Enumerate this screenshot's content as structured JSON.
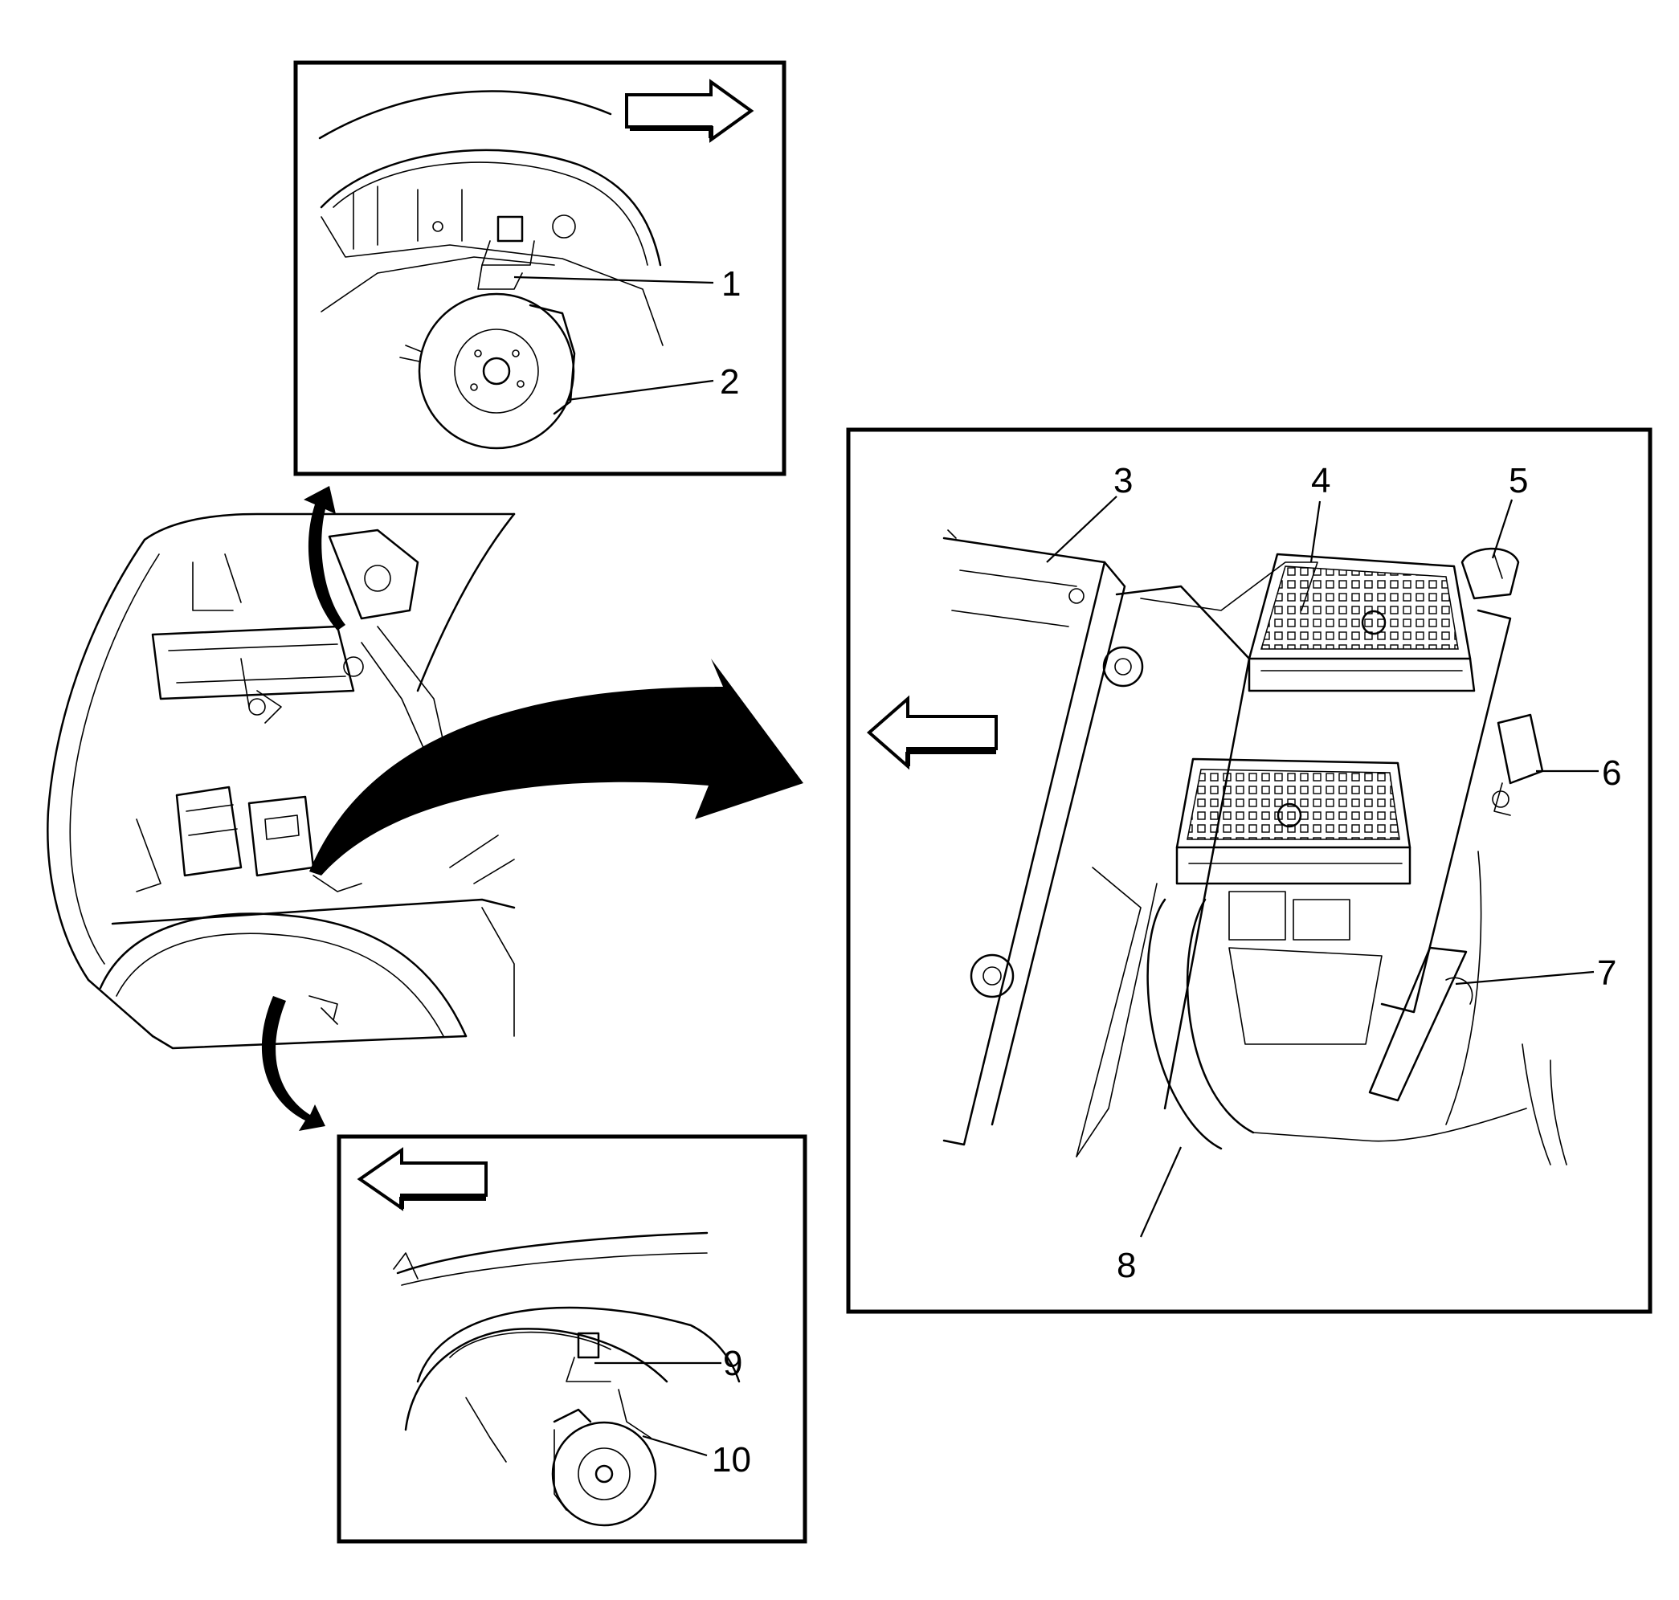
{
  "colors": {
    "line": "#000000",
    "background": "#ffffff"
  },
  "callouts": {
    "c1": "1",
    "c2": "2",
    "c3": "3",
    "c4": "4",
    "c5": "5",
    "c6": "6",
    "c7": "7",
    "c8": "8",
    "c9": "9",
    "c10": "10"
  }
}
